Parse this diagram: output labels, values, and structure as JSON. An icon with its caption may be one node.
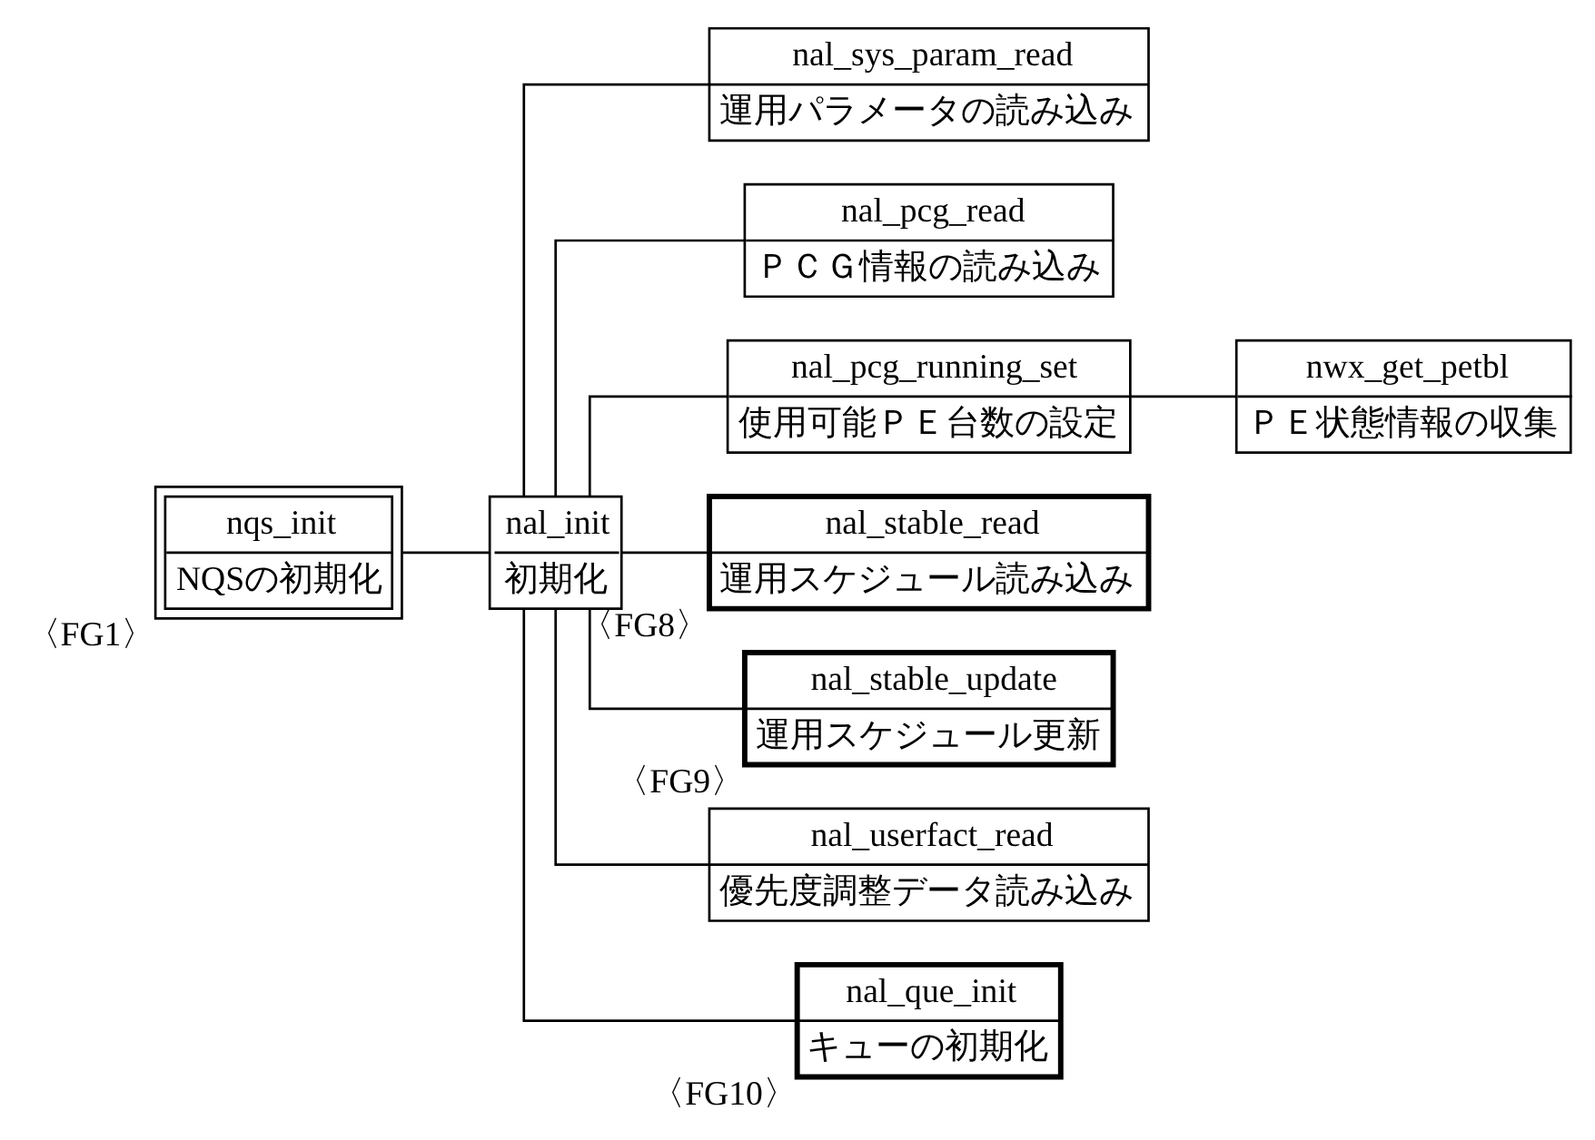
{
  "diagram": {
    "nodes": [
      {
        "text": [
          "nqs_init",
          "NQSの初期化"
        ],
        "beside": [
          "〈FG1〉"
        ]
      },
      {
        "text": [
          "nal_init",
          "初期化"
        ]
      },
      {
        "text": [
          "nal_sys_param_read",
          "運用パラメータの読み込み"
        ]
      },
      {
        "text": [
          "nal_pcg_read",
          "ＰＣＧ情報の読み込み"
        ]
      },
      {
        "text": [
          "nal_pcg_running_set",
          "使用可能ＰＥ台数の設定"
        ]
      },
      {
        "text": [
          "nwx_get_petbl",
          "ＰＥ状態情報の収集"
        ]
      },
      {
        "text": [
          "nal_stable_read",
          "運用スケジュール読み込み"
        ],
        "beside": [
          "〈FG8〉"
        ]
      },
      {
        "text": [
          "nal_stable_update",
          "運用スケジュール更新"
        ],
        "beside": [
          "〈FG9〉"
        ]
      },
      {
        "text": [
          "nal_userfact_read",
          "優先度調整データ読み込み"
        ]
      },
      {
        "text": [
          "nal_que_init",
          "キューの初期化"
        ],
        "beside": [
          "〈FG10〉"
        ]
      }
    ],
    "edges": [
      {
        "from": 0,
        "to": 1,
        "arrow": "none"
      },
      {
        "from": 1,
        "to": 2,
        "arrow": "none"
      },
      {
        "from": 1,
        "to": 3,
        "arrow": "none"
      },
      {
        "from": 1,
        "to": 4,
        "arrow": "none"
      },
      {
        "from": 4,
        "to": 5,
        "arrow": "none"
      },
      {
        "from": 1,
        "to": 6,
        "arrow": "none"
      },
      {
        "from": 1,
        "to": 7,
        "arrow": "none"
      },
      {
        "from": 1,
        "to": 8,
        "arrow": "none"
      },
      {
        "from": 1,
        "to": 9,
        "arrow": "none"
      }
    ]
  }
}
